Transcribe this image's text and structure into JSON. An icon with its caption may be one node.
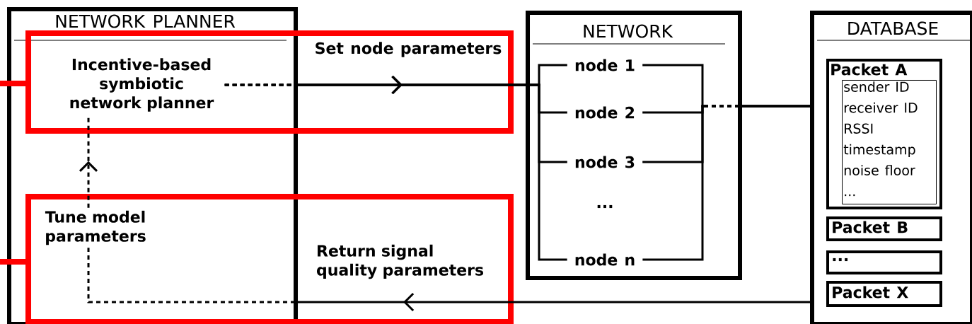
{
  "diagram": {
    "nodes": [
      {
        "text": [
          "NETWORK PLANNER"
        ]
      },
      {
        "text": [
          "Incentive-based symbiotic network planner"
        ],
        "in": 0
      },
      {
        "text": [
          "Tune model parameters"
        ],
        "in": 0
      },
      {
        "text": [
          "NETWORK"
        ]
      },
      {
        "text": [
          "node 1"
        ],
        "in": 3
      },
      {
        "text": [
          "node 2"
        ],
        "in": 3
      },
      {
        "text": [
          "node 3"
        ],
        "in": 3
      },
      {
        "text": [
          "..."
        ],
        "in": 3
      },
      {
        "text": [
          "node n"
        ],
        "in": 3
      },
      {
        "text": [
          "DATABASE"
        ]
      },
      {
        "text": [
          "Packet A"
        ],
        "in": 9
      },
      {
        "text": [
          "sender ID",
          "receiver ID",
          "RSSI",
          "timestamp",
          "noise floor",
          "..."
        ],
        "in": 10
      },
      {
        "text": [
          "Packet B"
        ],
        "in": 9
      },
      {
        "text": [
          "..."
        ],
        "in": 9
      },
      {
        "text": [
          "Packet X"
        ],
        "in": 9
      }
    ],
    "edges": [
      {
        "from": 1,
        "to": 4,
        "arrow": "to",
        "label": "Set node parameters",
        "style": "dashed"
      },
      {
        "from": 1,
        "to": 5,
        "arrow": "to",
        "style": "dashed"
      },
      {
        "from": 1,
        "to": 6,
        "arrow": "to",
        "style": "dashed"
      },
      {
        "from": 1,
        "to": 8,
        "arrow": "to",
        "style": "dashed"
      },
      {
        "from": 9,
        "to": 4,
        "arrow": "none",
        "style": "dashed"
      },
      {
        "from": 9,
        "to": 5,
        "arrow": "none",
        "style": "dashed"
      },
      {
        "from": 9,
        "to": 6,
        "arrow": "none",
        "style": "dashed"
      },
      {
        "from": 9,
        "to": 8,
        "arrow": "none",
        "style": "dashed"
      },
      {
        "from": 9,
        "to": 2,
        "arrow": "to",
        "label": "Return signal quality parameters",
        "style": "dashed"
      },
      {
        "from": 2,
        "to": 1,
        "arrow": "to",
        "style": "dashed"
      }
    ]
  }
}
